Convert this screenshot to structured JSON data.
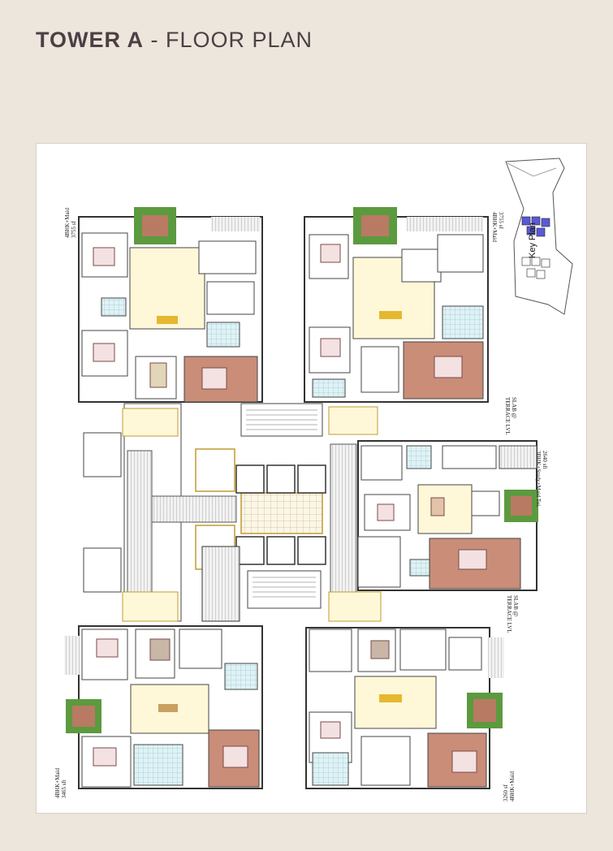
{
  "header": {
    "title_bold": "TOWER A",
    "title_rest": " - FLOOR PLAN"
  },
  "key_plan": {
    "label": "Key Plan"
  },
  "units": {
    "top_left": {
      "type": "4BHK+Maid",
      "area": "3755 sf"
    },
    "top_right": {
      "type": "4BHK+Maid",
      "area": "3755 sf"
    },
    "middle_right": {
      "type": "3BHK+Study+Maid Toi.",
      "area": "2640 sft"
    },
    "bottom_left": {
      "type": "4BHK+Maid",
      "area": "3465 sft"
    },
    "bottom_right": {
      "type": "4BHK+Maid",
      "area": "3260 sf"
    }
  },
  "slab_labels": {
    "upper": {
      "line1": "SLAB @",
      "line2": "TERRACE LVL"
    },
    "lower": {
      "line1": "SLAB @",
      "line2": "TERRACE LVL"
    }
  },
  "colors": {
    "page_bg": "#ece6dc",
    "title": "#4d3f44",
    "wall": "#3a3a3a",
    "bedroom_terracotta": "#c98d78",
    "living_yellow": "#fff8d8",
    "garden_green": "#5c9a3f",
    "keyplan_blue": "#5a5ad8",
    "lift_hatch": "#9a9a9a"
  }
}
